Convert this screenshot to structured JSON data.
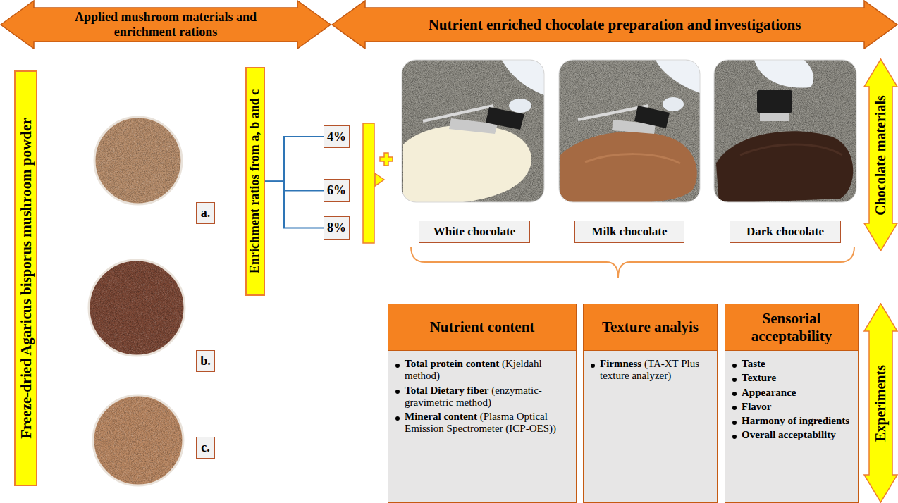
{
  "diagram": {
    "nodes": [
      {
        "text": [
          "Applied mushroom materials and enrichment rations"
        ]
      },
      {
        "text": [
          "Nutrient enriched chocolate preparation and investigations"
        ]
      },
      {
        "text": [
          "Freeze-dried Agaricus bisporus mushroom powder"
        ]
      },
      {
        "text": [
          "a."
        ]
      },
      {
        "text": [
          "b."
        ]
      },
      {
        "text": [
          "c."
        ]
      },
      {
        "text": [
          "Enrichment ratios from a, b and c"
        ]
      },
      {
        "text": [
          "4%"
        ]
      },
      {
        "text": [
          "6%"
        ]
      },
      {
        "text": [
          "8%"
        ]
      },
      {
        "text": [
          "White chocolate"
        ]
      },
      {
        "text": [
          "Milk chocolate"
        ]
      },
      {
        "text": [
          "Dark chocolate"
        ]
      },
      {
        "text": [
          "Chocolate materials"
        ]
      },
      {
        "text": [
          "Nutrient content",
          "Total protein content",
          "(Kjeldahl method)",
          "Total Dietary fiber",
          "(enzymatic-gravimetric method)",
          "Mineral content",
          "(Plasma Optical Emission Spectrometer (ICP-OES))"
        ]
      },
      {
        "text": [
          "Texture analyis",
          "Firmness",
          "(TA-XT Plus texture analyzer)"
        ]
      },
      {
        "text": [
          "Sensorial acceptability",
          "Taste",
          "Texture",
          "Appearance",
          "Flavor",
          "Harmony of ingredients",
          "Overall acceptability"
        ]
      },
      {
        "text": [
          "Experiments"
        ]
      }
    ],
    "edges": [
      {
        "from": 6,
        "to": 7,
        "arrow": "none"
      },
      {
        "from": 6,
        "to": 8,
        "arrow": "none"
      },
      {
        "from": 6,
        "to": 9,
        "arrow": "none"
      }
    ]
  }
}
